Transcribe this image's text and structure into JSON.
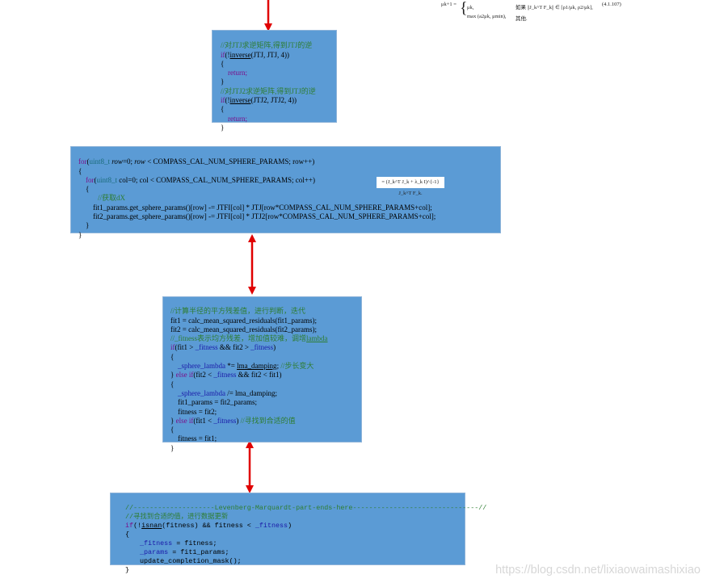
{
  "formula_top": {
    "lhs": "μk+1 =",
    "line1_expr": "μk,",
    "line1_cond": "如果 ||J_k^T F_k|| ∈ [ρ1/μk, ρ2/μk],",
    "line2_expr": "max (a2μk, μmin),",
    "line2_cond": "其他.",
    "eq_number": "(4.1.107)"
  },
  "formula_mid": "= (J_k^T J_k + λ_k I)^{-1} J_k^T F_k.",
  "watermark": "https://blog.csdn.net/lixiaowaimashixiao",
  "box1": {
    "lines": [
      "//对JTJ求逆矩阵,得到JTJ的逆",
      "if(!inverse(JTJ, JTJ, 4))",
      "{",
      "return;",
      "}",
      "//对JTJ2求逆矩阵,得到JTJ的逆",
      "if(!inverse(JTJ2, JTJ2, 4))",
      "{",
      "return;",
      "}"
    ]
  },
  "box2": {
    "lines": [
      "for(uint8_t row=0; row < COMPASS_CAL_NUM_SPHERE_PARAMS; row++)",
      "{",
      "for(uint8_t col=0; col < COMPASS_CAL_NUM_SPHERE_PARAMS; col++)",
      "{",
      "//获取dX",
      "fit1_params.get_sphere_params()[row] -= JTFI[col] * JTJ[row*COMPASS_CAL_NUM_SPHERE_PARAMS+col];",
      "fit2_params.get_sphere_params()[row] -= JTFI[col] * JTJ2[row*COMPASS_CAL_NUM_SPHERE_PARAMS+col];",
      "}",
      "}"
    ]
  },
  "box3": {
    "lines": [
      "//计算半径的平方残差值，进行判断，迭代",
      "fit1 = calc_mean_squared_residuals(fit1_params);",
      "fit2 = calc_mean_squared_residuals(fit2_params);",
      "//_fitness表示均方残差，增加值较难，调增lambda",
      "if(fit1 > _fitness && fit2 > _fitness)",
      "{",
      "_sphere_lambda *= lma_damping; //步长变大",
      "} else if(fit2 < _fitness && fit2 < fit1)",
      "{",
      "_sphere_lambda /= lma_damping;",
      "fit1_params = fit2_params;",
      "fitness = fit2;",
      "} else if(fit1 < _fitness) //寻找到合适的值",
      "{",
      "fitness = fit1;",
      "}"
    ]
  },
  "box4": {
    "lines": [
      "//--------------------Levenberg-Marquardt-part-ends-here-------------------------------//",
      "//寻找到合适的值，进行数据更新",
      "if(!isnan(fitness) && fitness < _fitness)",
      "{",
      "_fitness = fitness;",
      "_params = fit1_params;",
      "update_completion_mask();",
      "}"
    ]
  }
}
